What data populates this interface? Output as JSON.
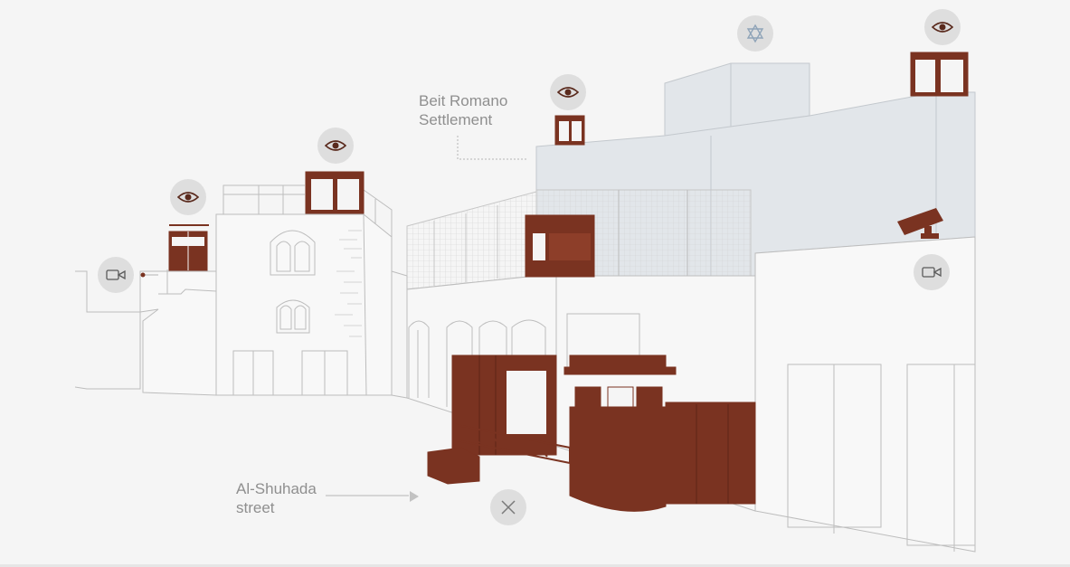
{
  "labels": {
    "settlement_line1": "Beit Romano",
    "settlement_line2": "Settlement",
    "street_line1": "Al-Shuhada",
    "street_line2": "street"
  },
  "markers": [
    {
      "id": "eye-tower-left",
      "icon": "eye-icon"
    },
    {
      "id": "eye-roof-center",
      "icon": "eye-icon"
    },
    {
      "id": "eye-beit-romano",
      "icon": "eye-icon"
    },
    {
      "id": "eye-top-right",
      "icon": "eye-icon"
    },
    {
      "id": "star-of-david",
      "icon": "star-of-david-icon"
    },
    {
      "id": "camera-left",
      "icon": "video-camera-icon"
    },
    {
      "id": "camera-right",
      "icon": "video-camera-icon"
    },
    {
      "id": "close",
      "icon": "close-icon"
    }
  ],
  "colors": {
    "background": "#f5f5f5",
    "line": "#b8b8b8",
    "military": "#7a3321",
    "settlement_fill": "#e2e6ea",
    "marker_bg": "#dedede",
    "label": "#8f8f8f",
    "star": "#8fa4b8"
  }
}
